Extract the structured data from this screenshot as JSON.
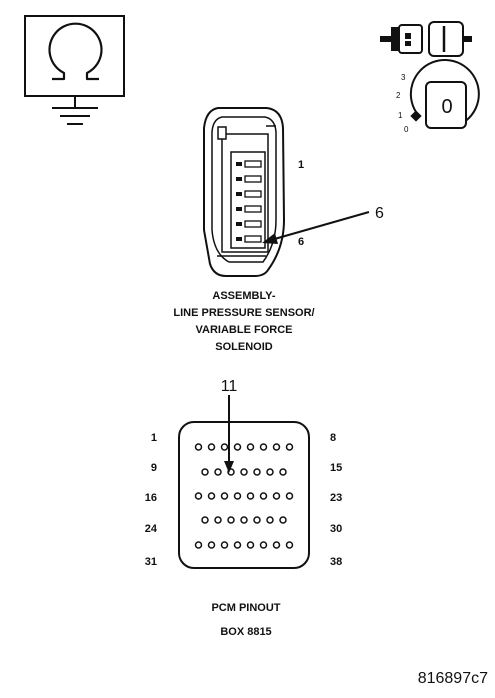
{
  "ohmmeter_icon": {
    "icon": "ohmmeter-ground-icon"
  },
  "connector_icon": {
    "icon": "disconnect-connector-icon"
  },
  "ignition_icon": {
    "icon": "ignition-key-off-icon",
    "key_label": "0",
    "positions": [
      "3",
      "2",
      "1",
      "0"
    ]
  },
  "sensor_connector": {
    "pin_top": "1",
    "pin_bottom": "6",
    "callout": "6",
    "caption": [
      "ASSEMBLY-",
      "LINE PRESSURE SENSOR/",
      "VARIABLE FORCE",
      "SOLENOID"
    ]
  },
  "pcm_connector": {
    "callout": "11",
    "rows": [
      {
        "start": "1",
        "end": "8",
        "count": 8
      },
      {
        "start": "9",
        "end": "15",
        "count": 7
      },
      {
        "start": "16",
        "end": "23",
        "count": 8
      },
      {
        "start": "24",
        "end": "30",
        "count": 7
      },
      {
        "start": "31",
        "end": "38",
        "count": 8
      }
    ],
    "highlight_row": 1,
    "highlight_index": 2,
    "caption": [
      "PCM PINOUT",
      "BOX 8815"
    ]
  },
  "figure_id": "816897c7"
}
